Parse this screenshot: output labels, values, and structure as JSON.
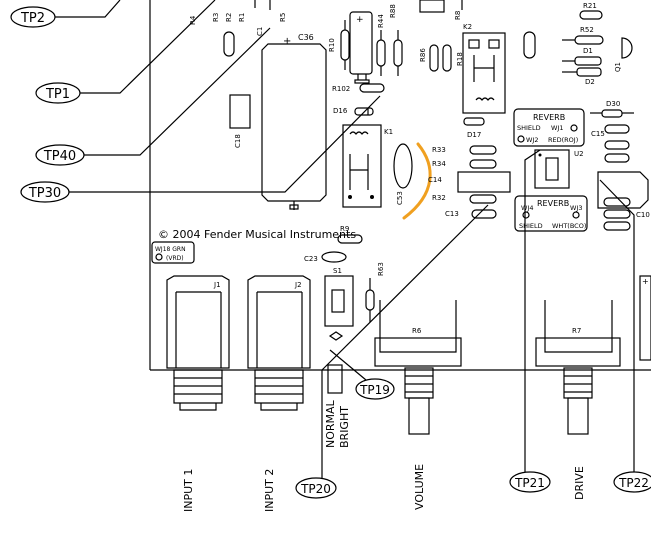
{
  "test_points": {
    "tp2": "TP2",
    "tp1": "TP1",
    "tp40": "TP40",
    "tp30": "TP30",
    "tp19": "TP19",
    "tp20": "TP20",
    "tp21": "TP21",
    "tp22": "TP22"
  },
  "copyright": "© 2004 Fender Musical Instruments",
  "components": {
    "r4": "R4",
    "r3": "R3",
    "r2": "R2",
    "r1": "R1",
    "r5": "R5",
    "c1": "C1",
    "c36": "C36",
    "c18": "C18",
    "r10": "R10",
    "r44": "R44",
    "r88": "R88",
    "r102": "R102",
    "d16": "D16",
    "k1": "K1",
    "c53": "C53",
    "r8": "R8",
    "k2": "K2",
    "r86": "R86",
    "r18": "R18",
    "d17": "D17",
    "r21": "R21",
    "r52": "R52",
    "d1": "D1",
    "d2": "D2",
    "q1": "Q1",
    "d30": "D30",
    "c15": "C15",
    "r33": "R33",
    "r34": "R34",
    "c14": "C14",
    "r32": "R32",
    "c13": "C13",
    "u2": "U2",
    "c10": "C10",
    "r9": "R9",
    "c23": "C23",
    "s1": "S1",
    "r63": "R63",
    "j1": "J1",
    "j2": "J2",
    "r6": "R6",
    "r7": "R7",
    "plus": "+"
  },
  "wire_labels": {
    "reverb1_title": "REVERB",
    "reverb1_shield": "SHIELD",
    "reverb1_wj1": "WJ1",
    "reverb1_wj2": "WJ2",
    "reverb1_red": "RED(ROJ)",
    "reverb2_title": "REVERB",
    "reverb2_wj4": "WJ4",
    "reverb2_wj3": "WJ3",
    "reverb2_shield": "SHIELD",
    "reverb2_wht": "WHT(BCO)",
    "wj18_a": "WJ18 GRN",
    "wj18_b": "(VRD)"
  },
  "panel_labels": {
    "input1": "INPUT 1",
    "input2": "INPUT 2",
    "normal": "NORMAL",
    "bright": "BRIGHT",
    "volume": "VOLUME",
    "drive": "DRIVE"
  },
  "colors": {
    "highlight": "#f0a020",
    "line": "#000000"
  }
}
